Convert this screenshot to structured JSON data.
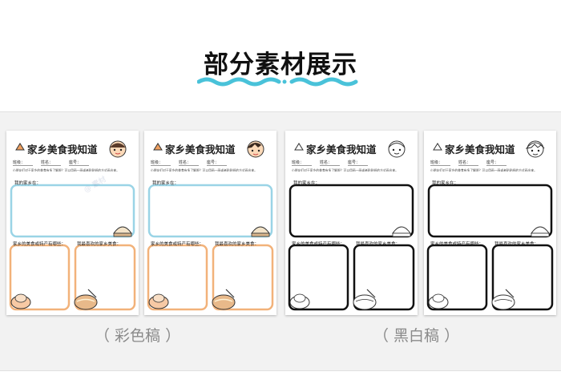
{
  "header": {
    "title": "部分素材展示"
  },
  "colors": {
    "wave": "#49c2d9",
    "color_frame_top": "#9ad4e6",
    "color_frame_bottom": "#f2b27a",
    "bw_frame": "#111111"
  },
  "cards": [
    {
      "variant": "color",
      "title": "家乡美食我知道",
      "fields": [
        "班级：",
        "姓名：",
        "座号："
      ],
      "note": "小朋友们对于家乡的美食有多了解呢？可以用画一画或者贴贴纸的方式画出来。",
      "section1": "我的家乡在：",
      "section2": "家乡的美食或特产有哪些：",
      "section3": "我最喜欢的家乡美食："
    },
    {
      "variant": "color",
      "title": "家乡美食我知道",
      "fields": [
        "班级：",
        "姓名：",
        "座号："
      ],
      "note": "小朋友们对于家乡的美食有多了解呢？可以用画一画或者贴贴纸的方式画出来。",
      "section1": "我的家乡在：",
      "section2": "家乡的美食或特产有哪些：",
      "section3": "我最喜欢的家乡美食："
    },
    {
      "variant": "bw",
      "title": "家乡美食我知道",
      "fields": [
        "班级：",
        "姓名：",
        "座号："
      ],
      "note": "小朋友们对于家乡的美食有多了解呢？可以用画一画或者贴贴纸的方式画出来。",
      "section1": "我的家乡在：",
      "section2": "家乡的美食或特产有哪些：",
      "section3": "我最喜欢的家乡美食："
    },
    {
      "variant": "bw",
      "title": "家乡美食我知道",
      "fields": [
        "班级：",
        "姓名：",
        "座号："
      ],
      "note": "小朋友们对于家乡的美食有多了解呢？可以用画一画或者贴贴纸的方式画出来。",
      "section1": "我的家乡在：",
      "section2": "家乡的美食或特产有哪些：",
      "section3": "我最喜欢的家乡美食："
    }
  ],
  "captions": {
    "color": "（ 彩色稿 ）",
    "bw": "（ 黑白稿 ）"
  }
}
